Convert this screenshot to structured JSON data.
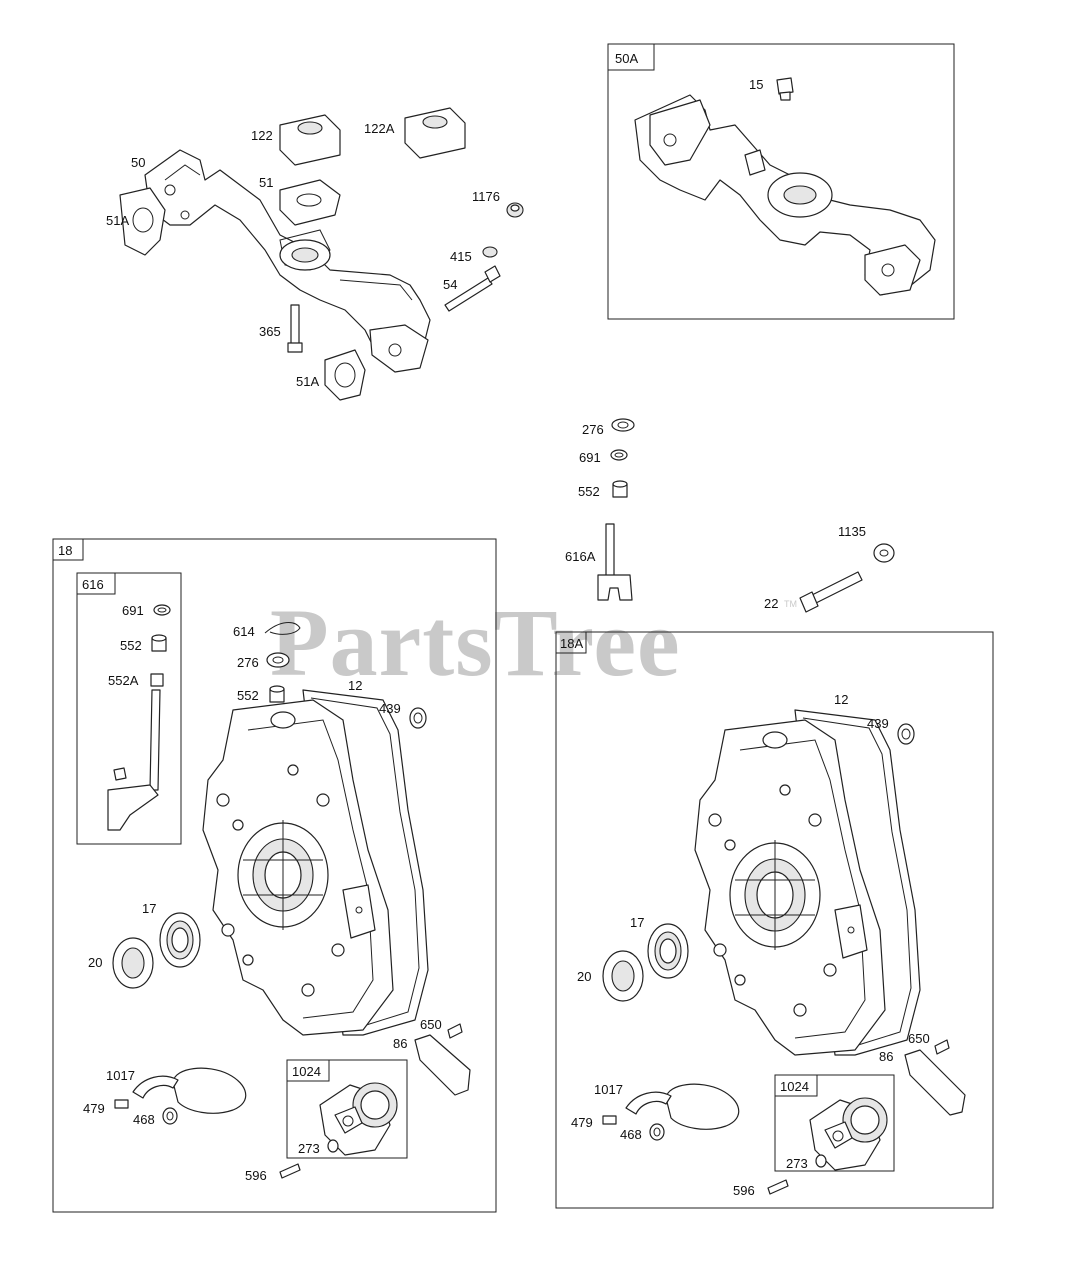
{
  "watermark": {
    "text": "PartsTree",
    "trademark": "TM"
  },
  "boxes": {
    "box_50A": "50A",
    "box_18": "18",
    "box_616": "616",
    "box_18A": "18A",
    "box_1024_left": "1024",
    "box_1024_right": "1024"
  },
  "callouts": {
    "c_50": "50",
    "c_51A_top": "51A",
    "c_122": "122",
    "c_122A": "122A",
    "c_51": "51",
    "c_1176": "1176",
    "c_415": "415",
    "c_54": "54",
    "c_365": "365",
    "c_51A_bottom": "51A",
    "c_15": "15",
    "c_276_mid": "276",
    "c_691_mid": "691",
    "c_552_mid": "552",
    "c_616A": "616A",
    "c_1135": "1135",
    "c_22": "22",
    "c_691_616": "691",
    "c_552_616": "552",
    "c_552A": "552A",
    "c_614": "614",
    "c_276_left": "276",
    "c_552_left": "552",
    "c_12_left": "12",
    "c_439_left": "439",
    "c_17_left": "17",
    "c_20_left": "20",
    "c_650_left": "650",
    "c_86_left": "86",
    "c_1017_left": "1017",
    "c_479_left": "479",
    "c_468_left": "468",
    "c_273_left": "273",
    "c_596_left": "596",
    "c_12_right": "12",
    "c_439_right": "439",
    "c_17_right": "17",
    "c_20_right": "20",
    "c_650_right": "650",
    "c_86_right": "86",
    "c_1017_right": "1017",
    "c_479_right": "479",
    "c_468_right": "468",
    "c_273_right": "273",
    "c_596_right": "596"
  }
}
